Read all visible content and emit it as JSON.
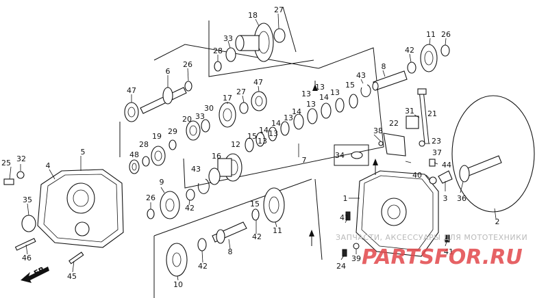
{
  "diagram": {
    "part_labels": [
      {
        "id": "p18",
        "text": "18"
      },
      {
        "id": "p27a",
        "text": "27"
      },
      {
        "id": "p33a",
        "text": "33"
      },
      {
        "id": "p28a",
        "text": "28"
      },
      {
        "id": "p11a",
        "text": "11"
      },
      {
        "id": "p26a",
        "text": "26"
      },
      {
        "id": "p42a",
        "text": "42"
      },
      {
        "id": "p6",
        "text": "6"
      },
      {
        "id": "p26b",
        "text": "26"
      },
      {
        "id": "p8a",
        "text": "8"
      },
      {
        "id": "p43a",
        "text": "43"
      },
      {
        "id": "p47a",
        "text": "47"
      },
      {
        "id": "p27b",
        "text": "27"
      },
      {
        "id": "p47b",
        "text": "47"
      },
      {
        "id": "p17",
        "text": "17"
      },
      {
        "id": "p13a",
        "text": "13"
      },
      {
        "id": "p13b",
        "text": "13"
      },
      {
        "id": "p15a",
        "text": "15"
      },
      {
        "id": "p14a",
        "text": "14"
      },
      {
        "id": "p13c",
        "text": "13"
      },
      {
        "id": "p14b",
        "text": "14"
      },
      {
        "id": "p13d",
        "text": "13"
      },
      {
        "id": "p30",
        "text": "30"
      },
      {
        "id": "p20",
        "text": "20"
      },
      {
        "id": "p33b",
        "text": "33"
      },
      {
        "id": "p31",
        "text": "31"
      },
      {
        "id": "p21",
        "text": "21"
      },
      {
        "id": "p14c",
        "text": "14"
      },
      {
        "id": "p13e",
        "text": "13"
      },
      {
        "id": "p14d",
        "text": "14"
      },
      {
        "id": "p13f",
        "text": "13"
      },
      {
        "id": "p29",
        "text": "29"
      },
      {
        "id": "p22",
        "text": "22"
      },
      {
        "id": "p38",
        "text": "38"
      },
      {
        "id": "p23",
        "text": "23"
      },
      {
        "id": "p15b",
        "text": "15"
      },
      {
        "id": "p13g",
        "text": "13"
      },
      {
        "id": "p19",
        "text": "19"
      },
      {
        "id": "p28b",
        "text": "28"
      },
      {
        "id": "p12",
        "text": "12"
      },
      {
        "id": "p37",
        "text": "37"
      },
      {
        "id": "p34",
        "text": "34"
      },
      {
        "id": "p48",
        "text": "48"
      },
      {
        "id": "p7",
        "text": "7"
      },
      {
        "id": "p16",
        "text": "16"
      },
      {
        "id": "p43b",
        "text": "43"
      },
      {
        "id": "p44",
        "text": "44"
      },
      {
        "id": "p5",
        "text": "5"
      },
      {
        "id": "p32",
        "text": "32"
      },
      {
        "id": "p40",
        "text": "40"
      },
      {
        "id": "p25",
        "text": "25"
      },
      {
        "id": "p4",
        "text": "4"
      },
      {
        "id": "p9",
        "text": "9"
      },
      {
        "id": "p3",
        "text": "3"
      },
      {
        "id": "p36",
        "text": "36"
      },
      {
        "id": "p1",
        "text": "1"
      },
      {
        "id": "p35",
        "text": "35"
      },
      {
        "id": "p26c",
        "text": "26"
      },
      {
        "id": "p42b",
        "text": "42"
      },
      {
        "id": "p15c",
        "text": "15"
      },
      {
        "id": "p41a",
        "text": "41"
      },
      {
        "id": "p42c",
        "text": "42"
      },
      {
        "id": "p11b",
        "text": "11"
      },
      {
        "id": "p2",
        "text": "2"
      },
      {
        "id": "p46",
        "text": "46"
      },
      {
        "id": "p8b",
        "text": "8"
      },
      {
        "id": "p41b",
        "text": "41"
      },
      {
        "id": "p39",
        "text": "39"
      },
      {
        "id": "p24",
        "text": "24"
      },
      {
        "id": "p42d",
        "text": "42"
      },
      {
        "id": "p10",
        "text": "10"
      },
      {
        "id": "p45",
        "text": "45"
      }
    ],
    "direction_label": "FR."
  },
  "watermark": {
    "line1": "ЗАПЧАСТИ, АКСЕССУАРЫ ДЛЯ МОТОТЕХНИКИ",
    "line2": "PARTSFOR.RU"
  },
  "colors": {
    "ink": "#111111",
    "paper": "#ffffff",
    "watermark_red": "#e2474b",
    "watermark_gray": "#b9b9b9"
  }
}
